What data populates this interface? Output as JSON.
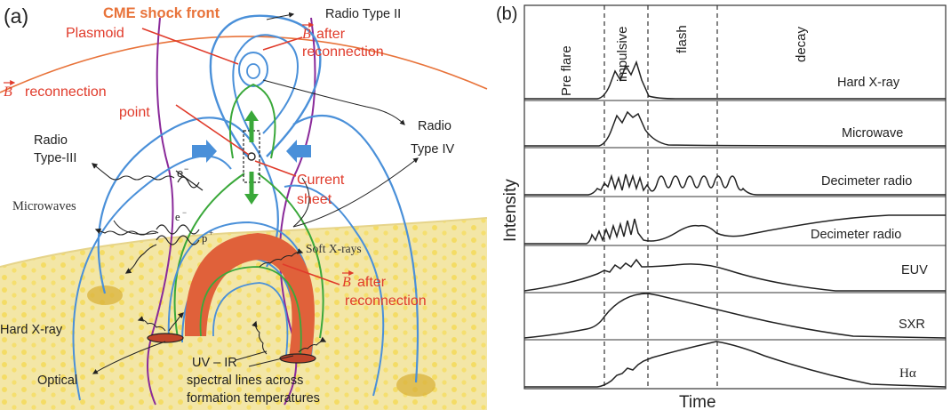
{
  "panel_a": {
    "panel_label": "(a)",
    "cme_shock_front": "CME shock front",
    "radio_type_ii": "Radio Type II",
    "plasmoid": "Plasmoid",
    "b_after_reconnection_top_1": "after",
    "b_after_reconnection_top_2": "reconnection",
    "b_reconnection_point_1": "reconnection",
    "b_reconnection_point_2": "point",
    "radio_type_iii_1": "Radio",
    "radio_type_iii_2": "Type-III",
    "radio_type_iv_1": "Radio",
    "radio_type_iv_2": "Type IV",
    "current_sheet_1": "Current",
    "current_sheet_2": "sheet",
    "microwaves": "Microwaves",
    "electron": "e",
    "electron_sup": "−",
    "proton": "p",
    "proton_sup": "+",
    "soft_x_rays": "Soft X-rays",
    "b_after_reconnection_low_1": "after",
    "b_after_reconnection_low_2": "reconnection",
    "hard_x_ray": "Hard X-ray",
    "optical": "Optical",
    "uv_ir_1": "UV – IR",
    "uv_ir_2": "spectral lines across",
    "uv_ir_3": "formation temperatures",
    "b_symbol": "B",
    "colors": {
      "label_red": "#e03a2a",
      "shock_orange": "#e8733a",
      "field_blue": "#4a90d9",
      "field_green": "#3aa83a",
      "purple": "#8a2a9a",
      "loop_orange": "#e0613a",
      "surface_yellow": "#f2e3a0"
    }
  },
  "panel_b": {
    "panel_label": "(b)",
    "phase_pre_flare": "Pre flare",
    "phase_impulsive": "impulsive",
    "phase_flash": "flash",
    "phase_decay": "decay",
    "y_axis_label": "Intensity",
    "x_axis_label": "Time",
    "row_hard_x_ray": "Hard X-ray",
    "row_microwave": "Microwave",
    "row_decimeter_radio_1": "Decimeter radio",
    "row_decimeter_radio_2": "Decimeter radio",
    "row_euv": "EUV",
    "row_sxr": "SXR",
    "row_h_alpha": "Hα"
  }
}
